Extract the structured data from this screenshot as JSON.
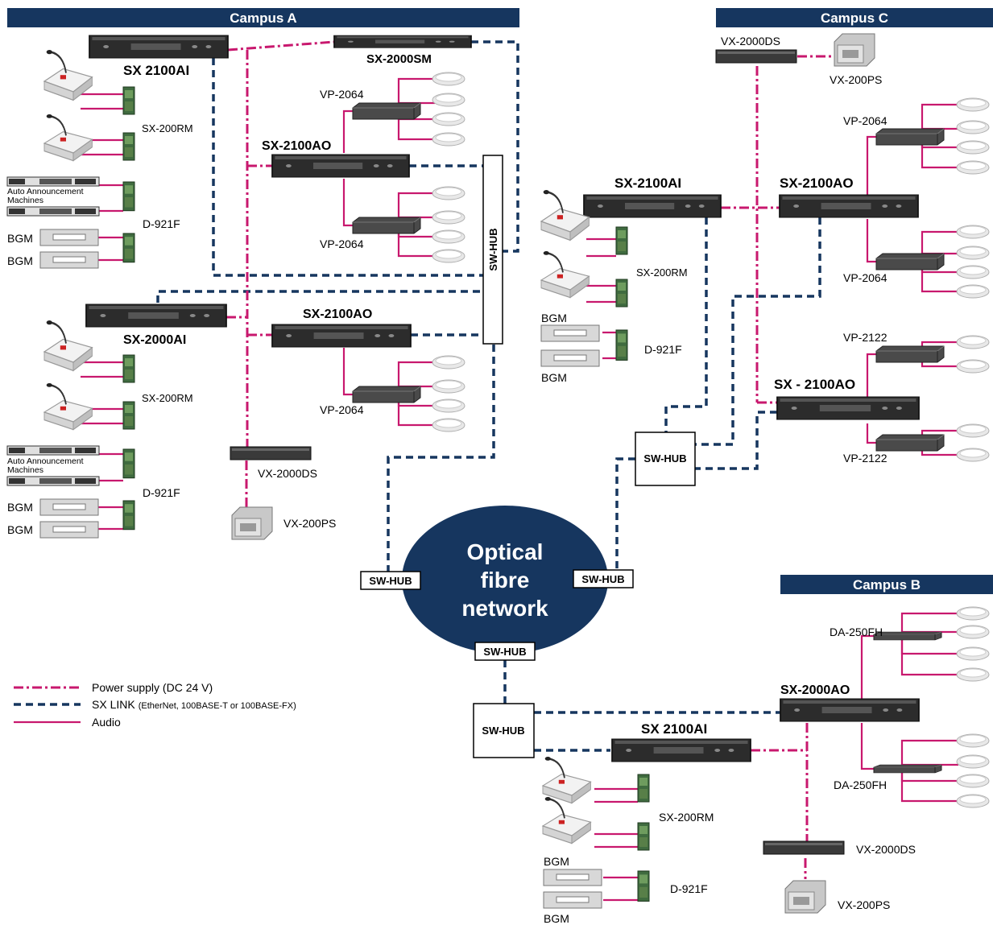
{
  "campus": {
    "a": "Campus A",
    "b": "Campus B",
    "c": "Campus C"
  },
  "network": {
    "line1": "Optical",
    "line2": "fibre",
    "line3": "network"
  },
  "hub_label": "SW-HUB",
  "legend": {
    "power": "Power supply (DC 24 V)",
    "sxlink": "SX LINK",
    "sxlink_detail": "(EtherNet, 100BASE-T or 100BASE-FX)",
    "audio": "Audio"
  },
  "labels": {
    "a_sx2100ai": "SX 2100AI",
    "a_sx2000sm": "SX-2000SM",
    "a_vp2064_1": "VP-2064",
    "a_sx200rm_1": "SX-200RM",
    "a_sx2100ao_1": "SX-2100AO",
    "a_auto_1a": "Auto Announcement",
    "a_auto_1b": "Machines",
    "a_d921f_1": "D-921F",
    "a_bgm_1": "BGM",
    "a_bgm_2": "BGM",
    "a_vp2064_2": "VP-2064",
    "a_sx2000ai": "SX-2000AI",
    "a_sx2100ao_2": "SX-2100AO",
    "a_sx200rm_2": "SX-200RM",
    "a_vp2064_3": "VP-2064",
    "a_auto_2a": "Auto Announcement",
    "a_auto_2b": "Machines",
    "a_vx2000ds": "VX-2000DS",
    "a_d921f_2": "D-921F",
    "a_bgm_3": "BGM",
    "a_bgm_4": "BGM",
    "a_vx200ps": "VX-200PS",
    "c_vx2000ds": "VX-2000DS",
    "c_vx200ps": "VX-200PS",
    "c_vp2064_1": "VP-2064",
    "c_sx2100ai": "SX-2100AI",
    "c_sx2100ao_1": "SX-2100AO",
    "c_sx200rm": "SX-200RM",
    "c_vp2064_2": "VP-2064",
    "c_bgm_1": "BGM",
    "c_d921f": "D-921F",
    "c_bgm_2": "BGM",
    "c_vp2122_1": "VP-2122",
    "c_sx2100ao_2": "SX - 2100AO",
    "c_vp2122_2": "VP-2122",
    "b_da250fh_1": "DA-250FH",
    "b_sx2000ao": "SX-2000AO",
    "b_sx2100ai": "SX 2100AI",
    "b_da250fh_2": "DA-250FH",
    "b_sx200rm": "SX-200RM",
    "b_vx2000ds": "VX-2000DS",
    "b_bgm_1": "BGM",
    "b_d921f": "D-921F",
    "b_vx200ps": "VX-200PS",
    "b_bgm_2": "BGM"
  },
  "colors": {
    "navy": "#16365f",
    "audio": "#c8186e",
    "power": "#c8186e",
    "sxlink": "#16365f"
  }
}
